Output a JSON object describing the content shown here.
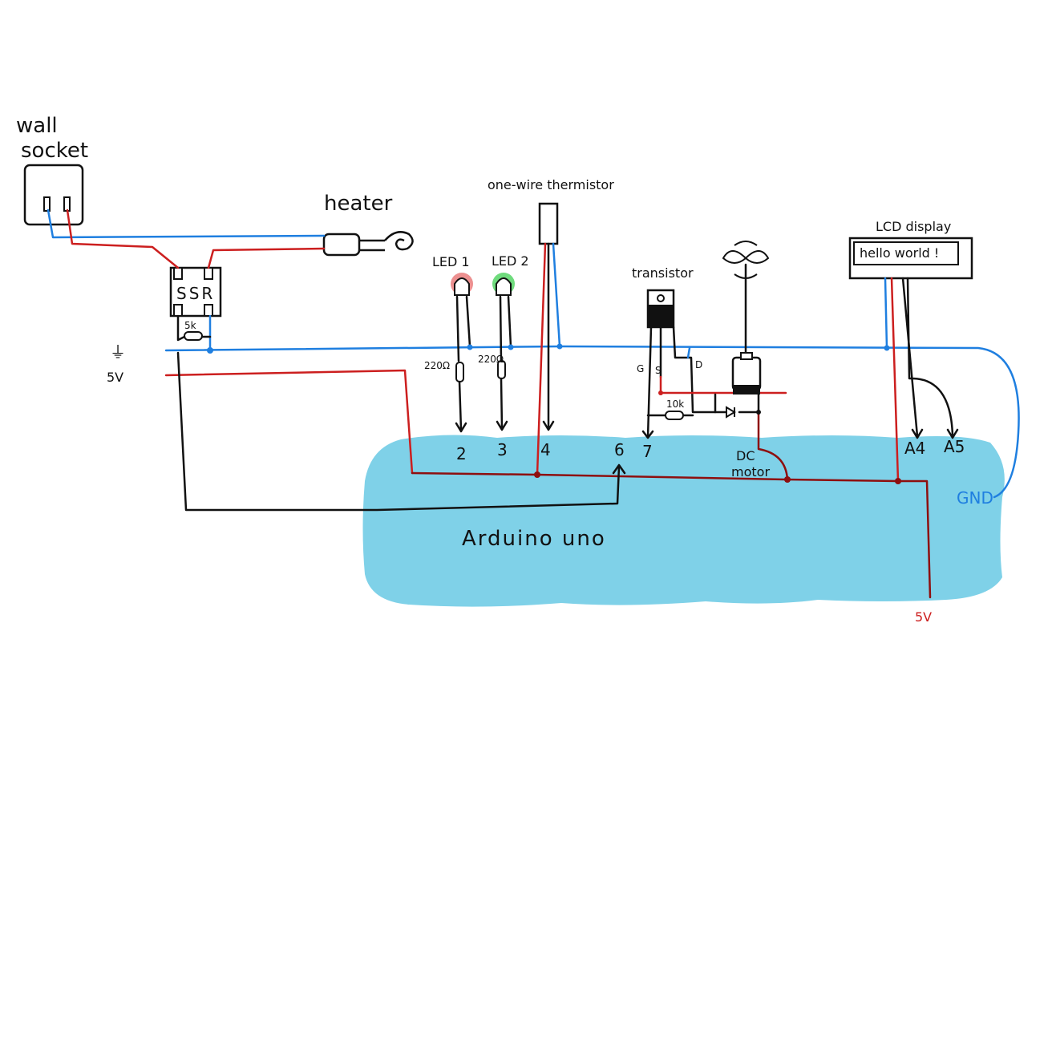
{
  "labels": {
    "wall": "wall",
    "socket": "socket",
    "heater": "heater",
    "ssr": "SSR",
    "ssr_resistor": "5k",
    "ground_symbol": "⏚",
    "five_v_left": "5V",
    "thermistor": "one-wire thermistor",
    "led1": "LED 1",
    "led2": "LED 2",
    "led1_resistor": "220Ω",
    "led2_resistor": "220Ω",
    "transistor": "transistor",
    "pin_g": "G",
    "pin_s": "S",
    "pin_d": "D",
    "transistor_resistor": "10k",
    "lcd_title": "LCD display",
    "lcd_text": "hello world !",
    "board": "Arduino uno",
    "pin_2": "2",
    "pin_3": "3",
    "pin_4": "4",
    "pin_6": "6",
    "pin_7": "7",
    "pin_a4": "A4",
    "pin_a5": "A5",
    "dc": "DC",
    "motor": "motor",
    "gnd": "GND",
    "five_v_bottom": "5V"
  },
  "colors": {
    "board": "#7fd1e8",
    "ground_wire": "#1f7fe0",
    "power_wire": "#cc1f1f",
    "power_rail": "#8e0f0f",
    "signal_wire": "#111111",
    "led1": "#e66b6b",
    "led2": "#3fcf52"
  }
}
